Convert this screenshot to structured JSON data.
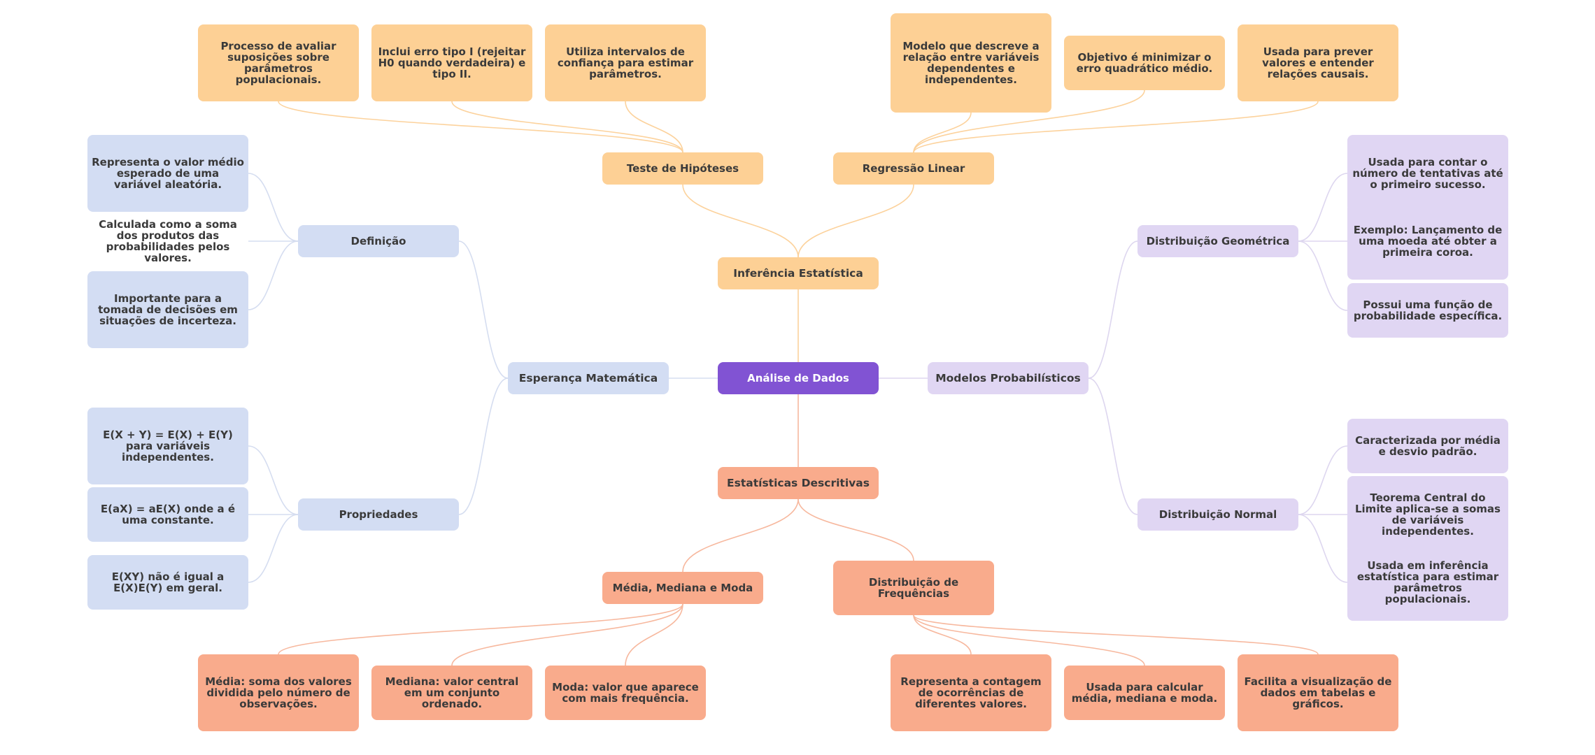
{
  "colors": {
    "root": "#8153d3",
    "orange": "#fdd095",
    "salmon": "#f9ab8c",
    "blue": "#d3ddf3",
    "purple": "#e0d6f3",
    "link_orange": "#fcd29c",
    "link_salmon": "#f7b89e",
    "link_blue": "#d5ddf0",
    "link_purple": "#ddd6ef"
  },
  "root": {
    "label": "Análise de Dados"
  },
  "inferencia": {
    "label": "Inferência Estatística",
    "teste": {
      "label": "Teste de Hipóteses",
      "notes": [
        "Processo de avaliar suposições sobre parâmetros populacionais.",
        "Inclui erro tipo I (rejeitar H0 quando verdadeira) e tipo II.",
        "Utiliza intervalos de confiança para estimar parâmetros."
      ]
    },
    "regressao": {
      "label": "Regressão Linear",
      "notes": [
        "Modelo que descreve a relação entre variáveis dependentes e independentes.",
        "Objetivo é minimizar o erro quadrático médio.",
        "Usada para prever valores e entender relações causais."
      ]
    }
  },
  "esperanca": {
    "label": "Esperança Matemática",
    "definicao": {
      "label": "Definição",
      "notes": [
        "Representa o valor médio esperado de uma variável aleatória.",
        "Calculada como a soma dos produtos das probabilidades pelos valores.",
        "Importante para a tomada de decisões em situações de incerteza."
      ]
    },
    "propriedades": {
      "label": "Propriedades",
      "notes": [
        "E(X + Y) = E(X) + E(Y) para variáveis independentes.",
        "E(aX) = aE(X) onde a é uma constante.",
        "E(XY) não é igual a E(X)E(Y) em geral."
      ]
    }
  },
  "modelos": {
    "label": "Modelos Probabilísticos",
    "geometrica": {
      "label": "Distribuição Geométrica",
      "notes": [
        "Usada para contar o número de tentativas até o primeiro sucesso.",
        "Exemplo: Lançamento de uma moeda até obter a primeira coroa.",
        "Possui uma função de probabilidade específica."
      ]
    },
    "normal": {
      "label": "Distribuição Normal",
      "notes": [
        "Caracterizada por média e desvio padrão.",
        "Teorema Central do Limite aplica-se a somas de variáveis independentes.",
        "Usada em inferência estatística para estimar parâmetros populacionais."
      ]
    }
  },
  "descritivas": {
    "label": "Estatísticas Descritivas",
    "mmm": {
      "label": "Média, Mediana e Moda",
      "notes": [
        "Média: soma dos valores dividida pelo número de observações.",
        "Mediana: valor central em um conjunto ordenado.",
        "Moda: valor que aparece com mais frequência."
      ]
    },
    "frequencias": {
      "label": "Distribuição de Frequências",
      "notes": [
        "Representa a contagem de ocorrências de diferentes valores.",
        "Usada para calcular média, mediana e moda.",
        "Facilita a visualização de dados em tabelas e gráficos."
      ]
    }
  }
}
